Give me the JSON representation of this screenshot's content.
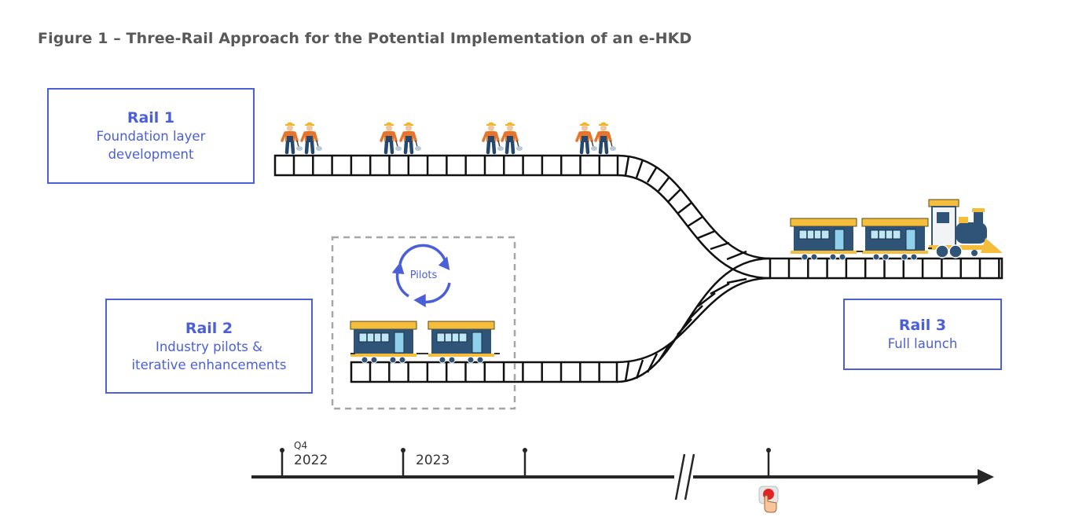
{
  "figure": {
    "title": "Figure 1 – Three-Rail Approach for the Potential Implementation of an e-HKD"
  },
  "rails": [
    {
      "heading": "Rail 1",
      "lines": [
        "Foundation layer",
        "development"
      ]
    },
    {
      "heading": "Rail 2",
      "lines": [
        "Industry pilots &",
        "iterative enhancements"
      ]
    },
    {
      "heading": "Rail 3",
      "lines": [
        "Full launch"
      ]
    }
  ],
  "pilots": {
    "label": "Pilots"
  },
  "timeline": {
    "labels": [
      {
        "quarter": "Q4",
        "year": "2022"
      },
      {
        "year": "2023"
      }
    ]
  },
  "colors": {
    "accent": "#4b5fd6",
    "track": "#111111",
    "worker_shirt": "#e8742a",
    "worker_pants": "#24476b",
    "helmet": "#f2b720",
    "carriage_roof": "#f4be3c",
    "carriage_body": "#2f5477",
    "window": "#bfe6f5",
    "dashed_box": "#a6a6a6"
  },
  "icons": [
    "worker-icon",
    "carriage-icon",
    "locomotive-icon",
    "cycle-arrows-icon",
    "launch-button-icon"
  ]
}
